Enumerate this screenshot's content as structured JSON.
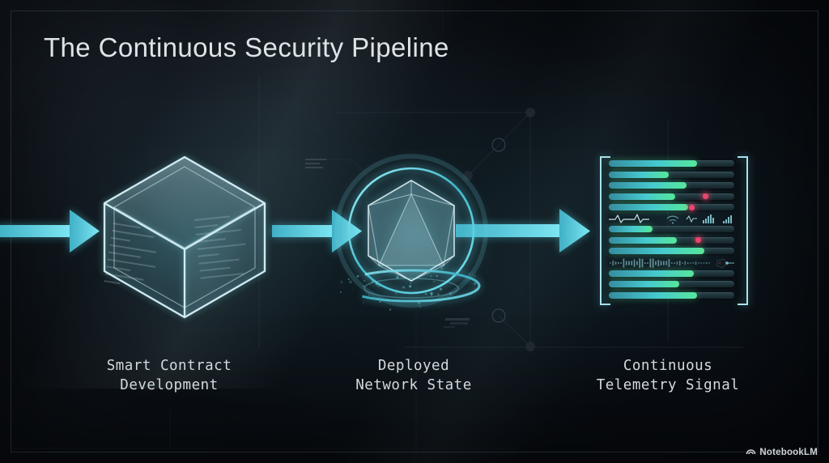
{
  "title": "The Continuous Security Pipeline",
  "colors": {
    "background": "#0a0e13",
    "accent_cyan": "#6fdcea",
    "bar_green": "#57e79b",
    "alert_red": "#f2436d",
    "text_primary": "#dde4e8",
    "text_label": "#d3dade"
  },
  "flow": {
    "direction": "left-to-right",
    "arrow_count": 3
  },
  "stages": [
    {
      "id": "smart-contract-development",
      "icon": "glass-code-cube-icon",
      "label_lines": [
        "Smart Contract",
        "Development"
      ]
    },
    {
      "id": "deployed-network-state",
      "icon": "glowing-polyhedron-icon",
      "label_lines": [
        "Deployed",
        "Network State"
      ]
    },
    {
      "id": "continuous-telemetry-signal",
      "icon": "telemetry-bars-panel-icon",
      "label_lines": [
        "Continuous",
        "Telemetry Signal"
      ]
    }
  ],
  "telemetry": {
    "track_full": 100,
    "rows": [
      {
        "type": "bar",
        "fill": 70
      },
      {
        "type": "bar",
        "fill": 48
      },
      {
        "type": "bar",
        "fill": 62
      },
      {
        "type": "bar",
        "fill": 53,
        "alert_at": 77
      },
      {
        "type": "bar",
        "fill": 63,
        "alert_at": 66
      },
      {
        "type": "sensor-icons",
        "icons": [
          "ekg-heartbeat-icon",
          "wifi-icon",
          "mini-pulse-icon",
          "equalizer-bars-icon",
          "equalizer-bars-icon"
        ]
      },
      {
        "type": "bar",
        "fill": 35
      },
      {
        "type": "bar",
        "fill": 54,
        "alert_at": 71
      },
      {
        "type": "bar",
        "fill": 76
      },
      {
        "type": "waveform",
        "icons": [
          "audio-waveform-icon",
          "mic-blob-icon"
        ]
      },
      {
        "type": "bar",
        "fill": 68
      },
      {
        "type": "bar",
        "fill": 56
      },
      {
        "type": "bar",
        "fill": 70
      }
    ]
  },
  "watermark": {
    "text": "NotebookLM",
    "icon": "notebooklm-logo-icon"
  }
}
